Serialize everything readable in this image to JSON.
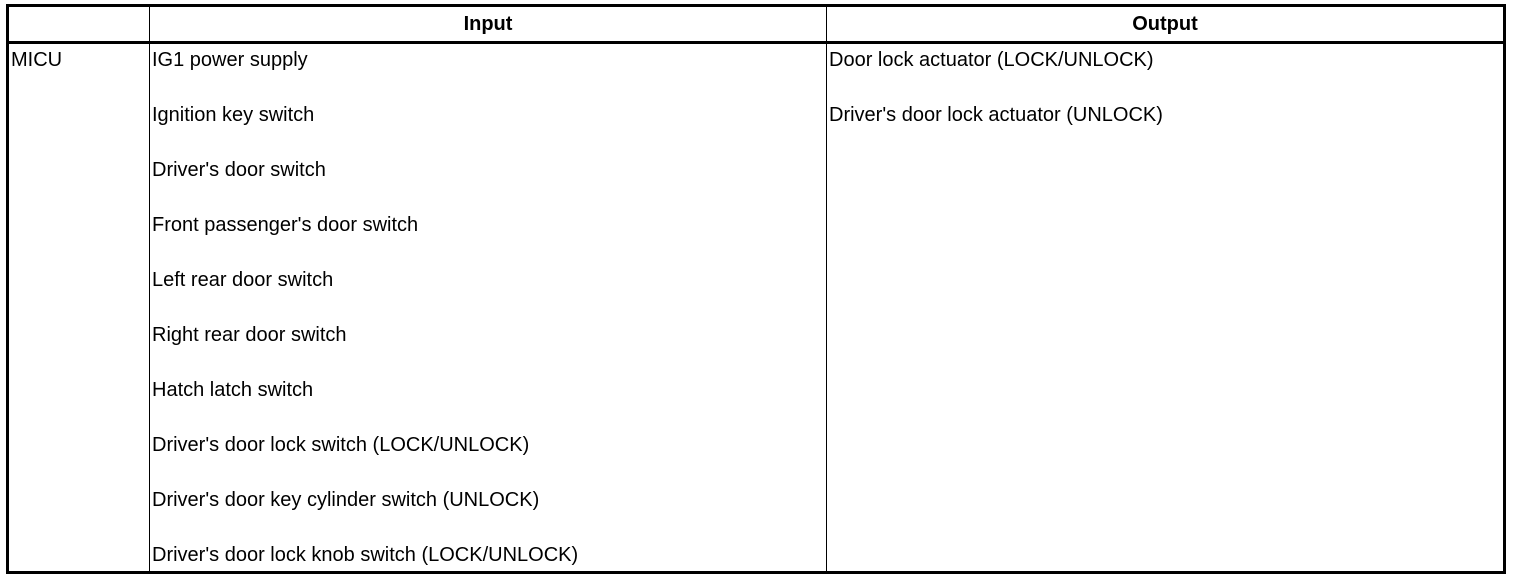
{
  "colors": {
    "border": "#000000",
    "text": "#000000",
    "background": "#ffffff"
  },
  "table": {
    "corner_header": "",
    "input_header": "Input",
    "output_header": "Output",
    "row_label": "MICU",
    "input_items": [
      "IG1 power supply",
      "Ignition key switch",
      "Driver's door switch",
      "Front passenger's door switch",
      "Left rear door switch",
      "Right rear door switch",
      "Hatch latch switch",
      "Driver's door lock switch (LOCK/UNLOCK)",
      "Driver's door key cylinder switch (UNLOCK)",
      "Driver's door lock knob switch (LOCK/UNLOCK)"
    ],
    "output_items": [
      "Door lock actuator (LOCK/UNLOCK)",
      "Driver's door lock actuator (UNLOCK)"
    ]
  }
}
